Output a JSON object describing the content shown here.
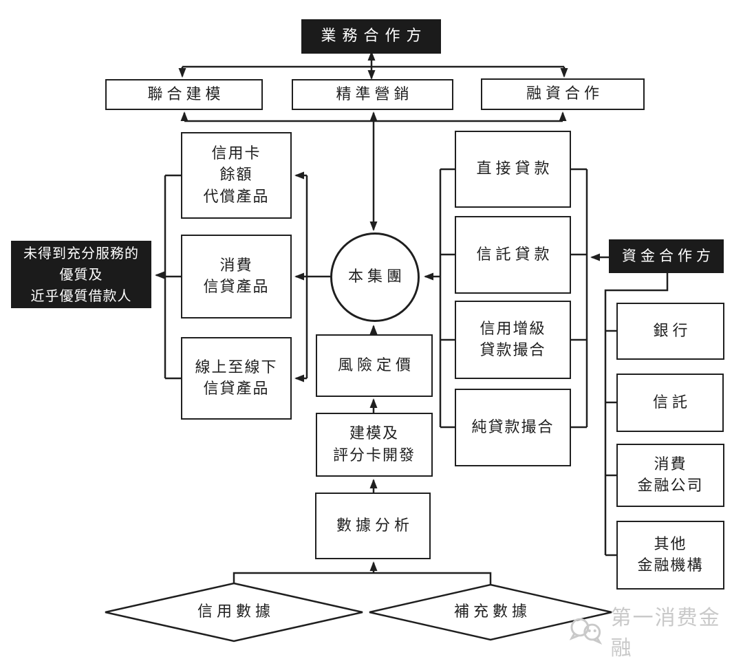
{
  "colors": {
    "line": "#1f1f1f",
    "box_background": "#ffffff",
    "black_box_background": "#1b1b1b",
    "black_box_text": "#ffffff",
    "watermark": "#c9c9c9"
  },
  "nodes": {
    "business_partners": "業務合作方",
    "joint_modeling": "聯合建模",
    "precision_marketing": "精準營銷",
    "financing_cooperation": "融資合作",
    "the_group": "本集團",
    "credit_card_balance_product": "信用卡\n餘額\n代償產品",
    "consumer_credit_product": "消費\n信貸產品",
    "online_to_offline_credit_product": "線上至線下\n信貸產品",
    "underserved_borrowers": "未得到充分服務的\n優質及\n近乎優質借款人",
    "direct_loans": "直接貸款",
    "trust_loans": "信託貸款",
    "credit_enhanced_loan_facilitation": "信用增級\n貸款撮合",
    "pure_loan_facilitation": "純貸款撮合",
    "funding_partners": "資金合作方",
    "banks": "銀行",
    "trusts": "信託",
    "consumer_finance_companies": "消費\n金融公司",
    "other_financial_institutions": "其他\n金融機構",
    "risk_pricing": "風險定價",
    "modeling_scorecard_development": "建模及\n評分卡開發",
    "data_analysis": "數據分析",
    "credit_data": "信用數據",
    "supplementary_data": "補充數據"
  },
  "watermark": {
    "text": "第一消费金融",
    "icon": "wechat-bubbles-icon"
  }
}
